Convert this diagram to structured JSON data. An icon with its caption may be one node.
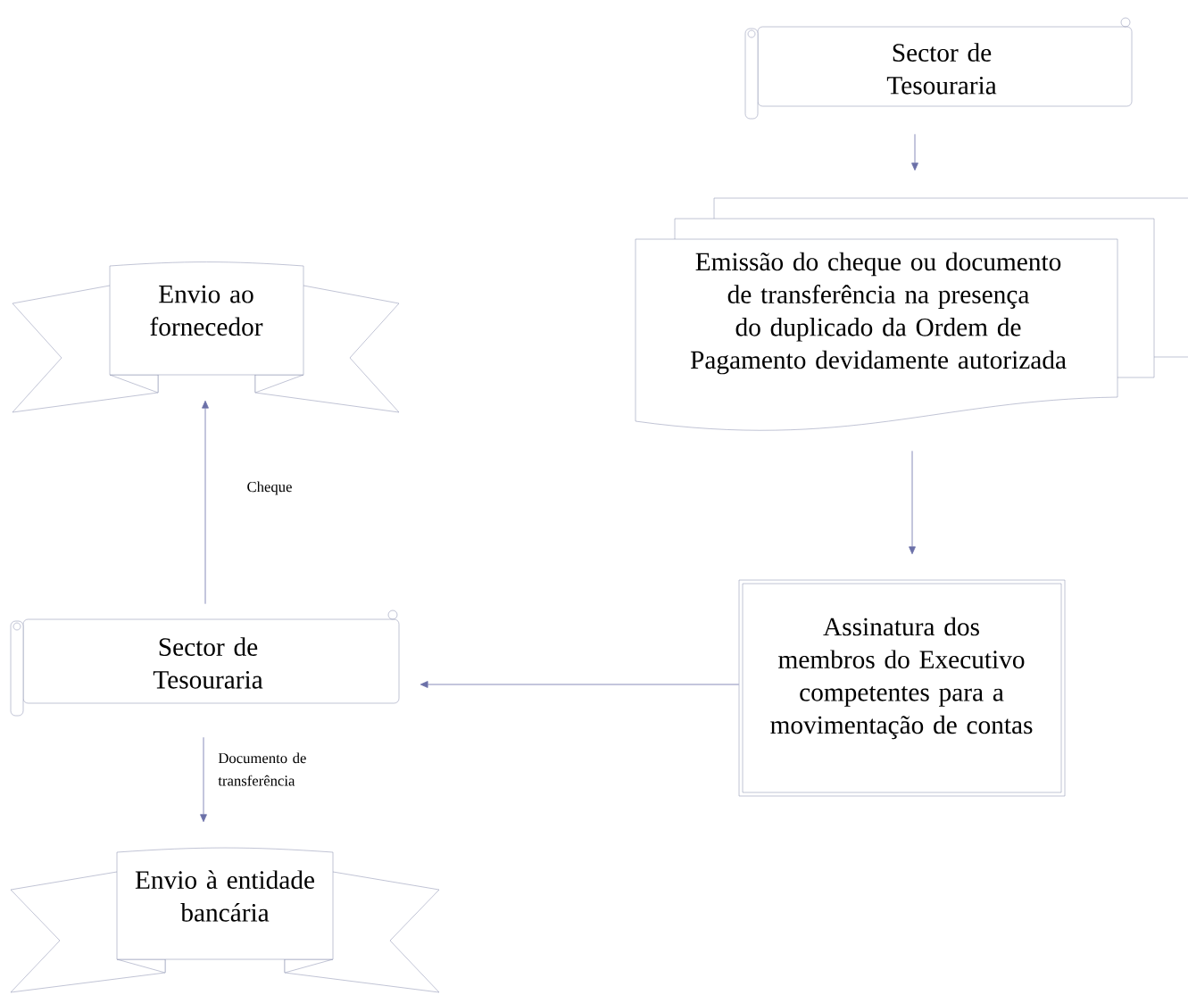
{
  "diagram": {
    "nodes": [
      {
        "text": [
          "Sector de Tesouraria"
        ]
      },
      {
        "text": [
          "Emissão do cheque ou documento de transferência na presença do duplicado da Ordem de Pagamento devidamente autorizada"
        ]
      },
      {
        "text": [
          "Assinatura dos membros do Executivo competentes para a movimentação de contas"
        ]
      },
      {
        "text": [
          "Envio ao fornecedor"
        ]
      },
      {
        "text": [
          "Sector de Tesouraria"
        ]
      },
      {
        "text": [
          "Envio à entidade bancária"
        ]
      }
    ],
    "edges": [
      {
        "from": 0,
        "to": 1,
        "arrow": "to"
      },
      {
        "from": 1,
        "to": 2,
        "arrow": "to"
      },
      {
        "from": 2,
        "to": 4,
        "arrow": "to"
      },
      {
        "from": 4,
        "to": 3,
        "arrow": "to",
        "label": "Cheque"
      },
      {
        "from": 4,
        "to": 5,
        "arrow": "to",
        "label": "Documento de transferência"
      }
    ]
  }
}
